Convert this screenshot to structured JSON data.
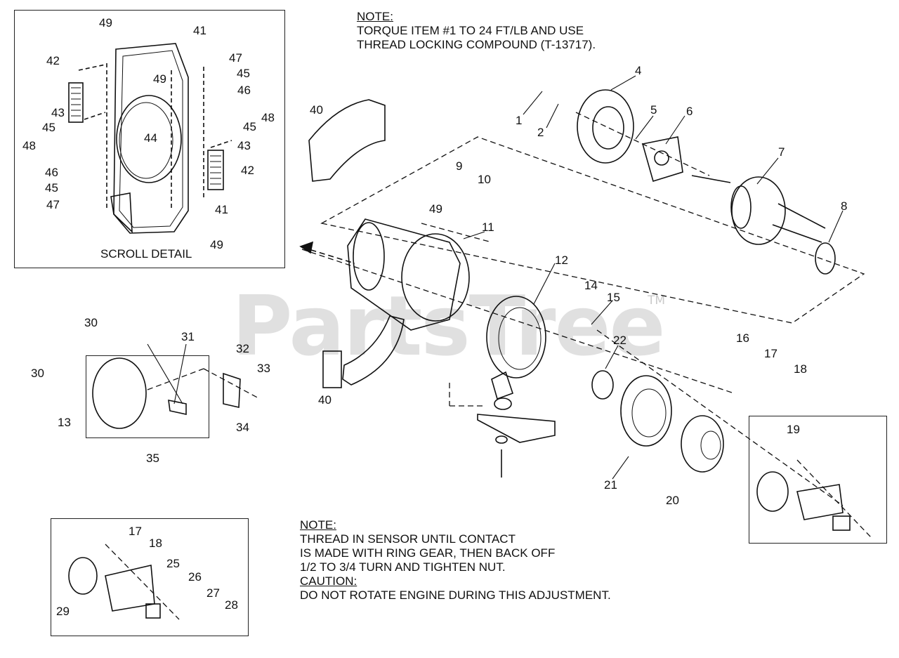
{
  "watermark": {
    "brand": "PartsTree",
    "tm": "TM"
  },
  "notes": {
    "top": {
      "heading": "NOTE:",
      "line1": "TORQUE ITEM #1 TO 24 FT/LB AND USE",
      "line2": "THREAD LOCKING COMPOUND (T-13717)."
    },
    "bottom": {
      "heading": "NOTE:",
      "line1": "THREAD IN SENSOR UNTIL CONTACT",
      "line2": "IS MADE WITH RING GEAR, THEN BACK OFF",
      "line3": "1/2 TO 3/4 TURN AND TIGHTEN NUT.",
      "caution_heading": "CAUTION:",
      "caution_line": "DO NOT ROTATE ENGINE DURING THIS ADJUSTMENT."
    }
  },
  "scroll_detail": {
    "caption": "SCROLL DETAIL"
  },
  "callouts": {
    "c1": "1",
    "c2": "2",
    "c4": "4",
    "c5": "5",
    "c6": "6",
    "c7": "7",
    "c8": "8",
    "c9": "9",
    "c10": "10",
    "c11": "11",
    "c12": "12",
    "c13": "13",
    "c14": "14",
    "c15": "15",
    "c16": "16",
    "c17": "17",
    "c18": "18",
    "c19": "19",
    "c20": "20",
    "c21": "21",
    "c22": "22",
    "c25": "25",
    "c26": "26",
    "c27": "27",
    "c28": "28",
    "c29": "29",
    "c30a": "30",
    "c30b": "30",
    "c31": "31",
    "c32": "32",
    "c33": "33",
    "c34": "34",
    "c35": "35",
    "c40a": "40",
    "c40b": "40",
    "c41a": "41",
    "c41b": "41",
    "c42a": "42",
    "c42b": "42",
    "c43a": "43",
    "c43b": "43",
    "c44": "44",
    "c45a": "45",
    "c45b": "45",
    "c45c": "45",
    "c45d": "45",
    "c46a": "46",
    "c46b": "46",
    "c47a": "47",
    "c47b": "47",
    "c48a": "48",
    "c48b": "48",
    "c49a": "49",
    "c49b": "49",
    "c49c": "49",
    "c49d": "49",
    "c17b": "17",
    "c18b": "18"
  }
}
